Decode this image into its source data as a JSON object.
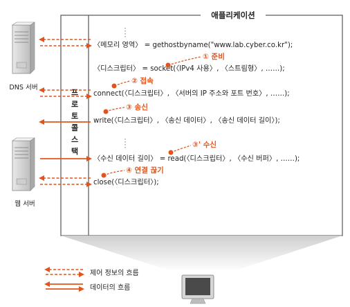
{
  "header": {
    "title": "애플리케이션"
  },
  "protocol_stack": {
    "chars": [
      "프",
      "로",
      "토",
      "콜",
      "스",
      "택"
    ]
  },
  "servers": {
    "dns_label": "DNS 서버",
    "web_label": "웹 서버"
  },
  "code": {
    "line1": "〈메모리 영역〉 = gethostbyname(\"www.lab.cyber.co.kr\");",
    "line2": "〈디스크립터〉 = socket(〈IPv4 사용〉, 〈스트림형〉, ……);",
    "line3": "connect(〈디스크립터〉, 〈서버의 IP 주소와 포트 번호〉, ……);",
    "line4": "write(〈디스크립터〉, 〈송신 데이터〉, 〈송신 데이터 길이〉);",
    "line5": "〈수신 데이터 길이〉 = read(〈디스크립터〉, 〈수신 버퍼〉, ……);",
    "line6": "close(〈디스크립터〉);"
  },
  "steps": {
    "s1": "① 준비",
    "s2": "② 접속",
    "s3": "③ 송신",
    "s3b": "③' 수신",
    "s4": "④ 연결 끊기"
  },
  "legend": {
    "control": "제어 정보의 흐름",
    "data": "데이터의 흐름"
  },
  "colors": {
    "accent": "#e2541b",
    "frame": "#555555"
  }
}
